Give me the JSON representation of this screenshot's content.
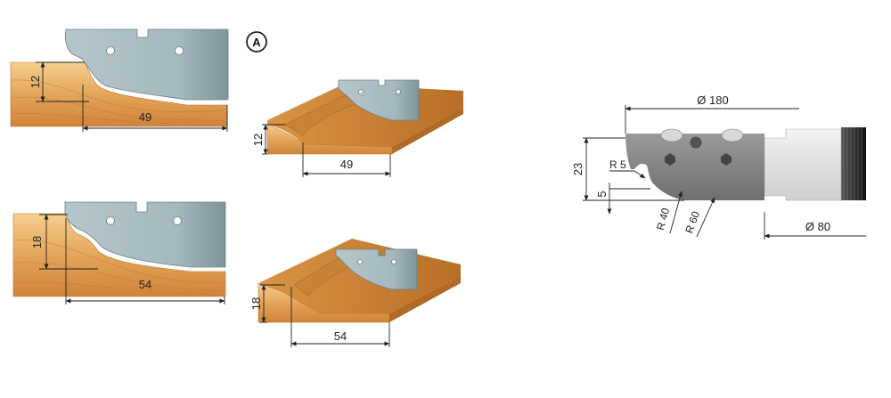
{
  "marker_label": "A",
  "profiles": [
    {
      "height_label": "12",
      "width_label": "49"
    },
    {
      "height_label": "18",
      "width_label": "54"
    }
  ],
  "iso_views": [
    {
      "height_label": "12",
      "width_label": "49"
    },
    {
      "height_label": "18",
      "width_label": "54"
    }
  ],
  "cutter": {
    "outer_diameter": "Ø 180",
    "hub_diameter": "Ø 80",
    "height_label": "23",
    "step_label": "5",
    "radius_small": "R 5",
    "radius_40": "R 40",
    "radius_60": "R 60"
  },
  "colors": {
    "wood_light": "#f2c27c",
    "wood_dark": "#c47a2c",
    "steel": "#9fb3b8",
    "body": "#8a8a8a",
    "hub": "#e4e4e4"
  }
}
